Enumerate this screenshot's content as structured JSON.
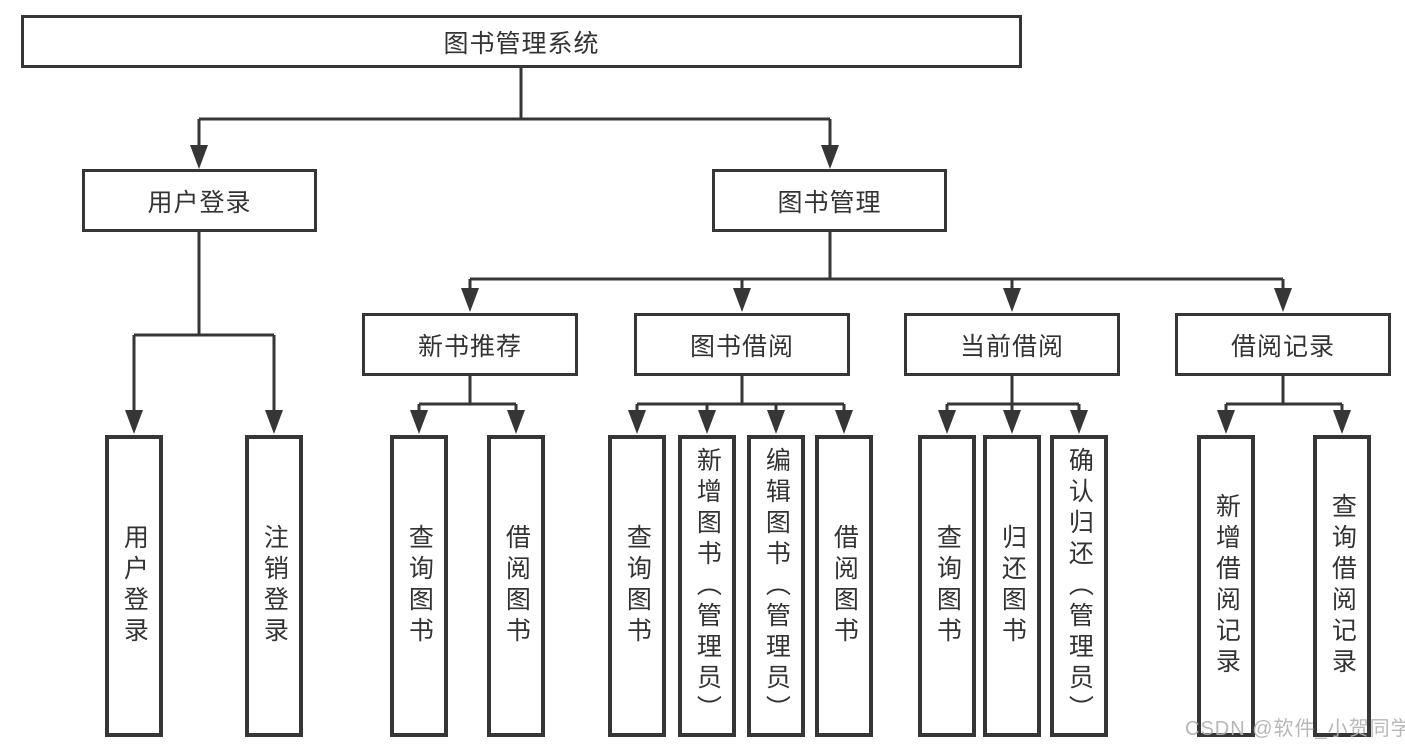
{
  "diagram_title": "图书管理系统",
  "tree": {
    "label": "图书管理系统",
    "children": [
      {
        "label": "用户登录",
        "children": [
          {
            "label": "用户登录"
          },
          {
            "label": "注销登录"
          }
        ]
      },
      {
        "label": "图书管理",
        "children": [
          {
            "label": "新书推荐",
            "children": [
              {
                "label": "查询图书"
              },
              {
                "label": "借阅图书"
              }
            ]
          },
          {
            "label": "图书借阅",
            "children": [
              {
                "label": "查询图书"
              },
              {
                "label": "新增图书（管理员）"
              },
              {
                "label": "编辑图书（管理员）"
              },
              {
                "label": "借阅图书"
              }
            ]
          },
          {
            "label": "当前借阅",
            "children": [
              {
                "label": "查询图书"
              },
              {
                "label": "归还图书"
              },
              {
                "label": "确认归还（管理员）"
              }
            ]
          },
          {
            "label": "借阅记录",
            "children": [
              {
                "label": "新增借阅记录"
              },
              {
                "label": "查询借阅记录"
              }
            ]
          }
        ]
      }
    ]
  },
  "watermark": "CSDN @软件_小贺同学",
  "colors": {
    "line": "#363636",
    "text": "#333333",
    "background": "#ffffff",
    "watermark": "#b2b2b2"
  }
}
